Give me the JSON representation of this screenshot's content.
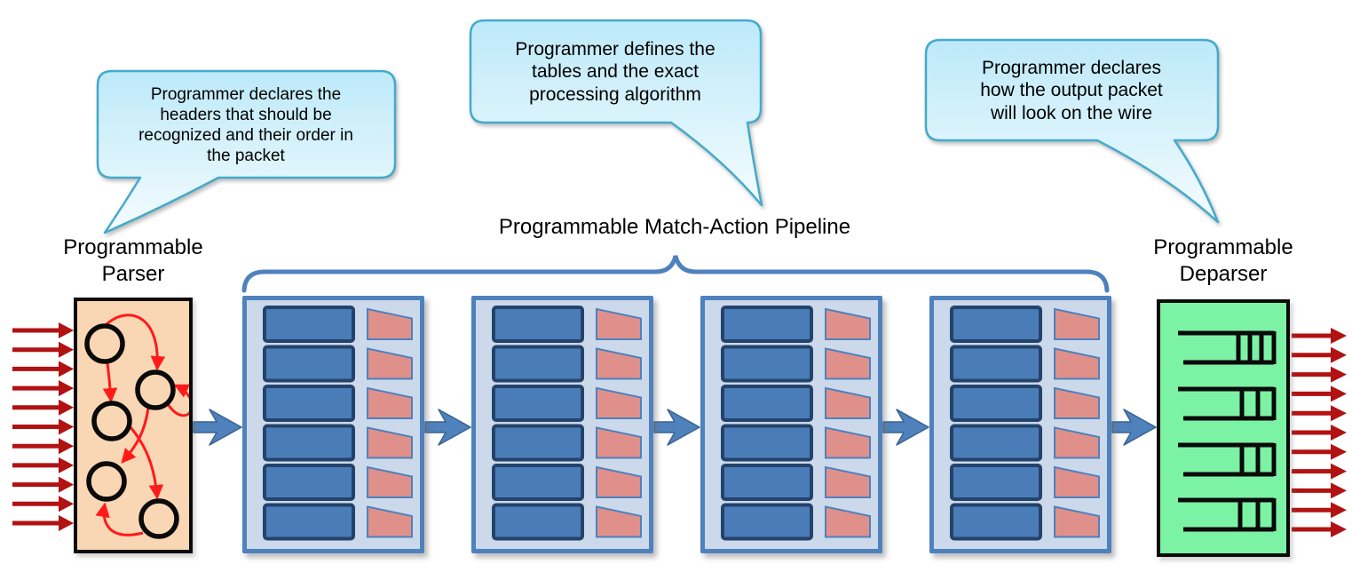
{
  "diagram": {
    "title": "Programmable Match-Action Pipeline",
    "labels": {
      "parser": "Programmable Parser",
      "pipeline": "Programmable Match-Action Pipeline",
      "deparser": "Programmable Deparser"
    },
    "callouts": [
      {
        "target": "parser",
        "text": "Programmer declares the headers that should be recognized and their order in the packet"
      },
      {
        "target": "pipeline",
        "text": "Programmer defines the tables and the exact processing algorithm"
      },
      {
        "target": "deparser",
        "text": "Programmer declares how the output packet will look on the wire"
      }
    ],
    "counts": {
      "input_arrows": 11,
      "output_arrows": 11,
      "stages": 4,
      "tables_per_stage": 6,
      "actions_per_stage": 6,
      "parser_states": 5,
      "deparser_fields": 4,
      "stage_link_arrows": 5
    },
    "colors": {
      "accent_blue": "#4F81BD",
      "accent_blue_dark": "#3A6390",
      "stage_fill": "#CBD9EA",
      "table_fill": "#4A7DB8",
      "table_border": "#24436B",
      "action_fill": "#E0908A",
      "dark_red_arrow": "#B11212",
      "parser_edge_red": "#FF1A1A",
      "parser_fill": "#FAD7B4",
      "deparser_fill": "#7CF2A4",
      "bubble_border": "#44AACB",
      "bubble_fill_top": "#BDE9F9",
      "bubble_fill_bottom": "#F4FCFE",
      "outline_black": "#0a0a0a",
      "text": "#000000"
    }
  }
}
